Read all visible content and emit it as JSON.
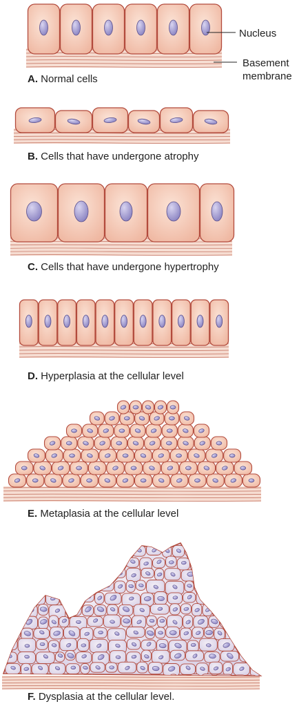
{
  "callouts": {
    "nucleus": "Nucleus",
    "basement_line1": "Basement",
    "basement_line2": "membrane"
  },
  "panels": [
    {
      "letter": "A.",
      "caption": "Normal cells"
    },
    {
      "letter": "B.",
      "caption": "Cells that have undergone atrophy"
    },
    {
      "letter": "C.",
      "caption": "Cells that have undergone hypertrophy"
    },
    {
      "letter": "D.",
      "caption": "Hyperplasia at the cellular level"
    },
    {
      "letter": "E.",
      "caption": "Metaplasia at the cellular level"
    },
    {
      "letter": "F.",
      "caption": "Dysplasia at the cellular level."
    }
  ],
  "colors": {
    "cell_fill": "#f2c4b0",
    "cell_highlight": "#fae0d3",
    "cell_outline": "#b24a3c",
    "nucleus_fill": "#a9a3d2",
    "nucleus_outline": "#5a4f8c",
    "membrane_fill": "#f6ddd2",
    "membrane_line": "#c06a58",
    "dysplasia_cell_fill": "#e6e0ee"
  }
}
